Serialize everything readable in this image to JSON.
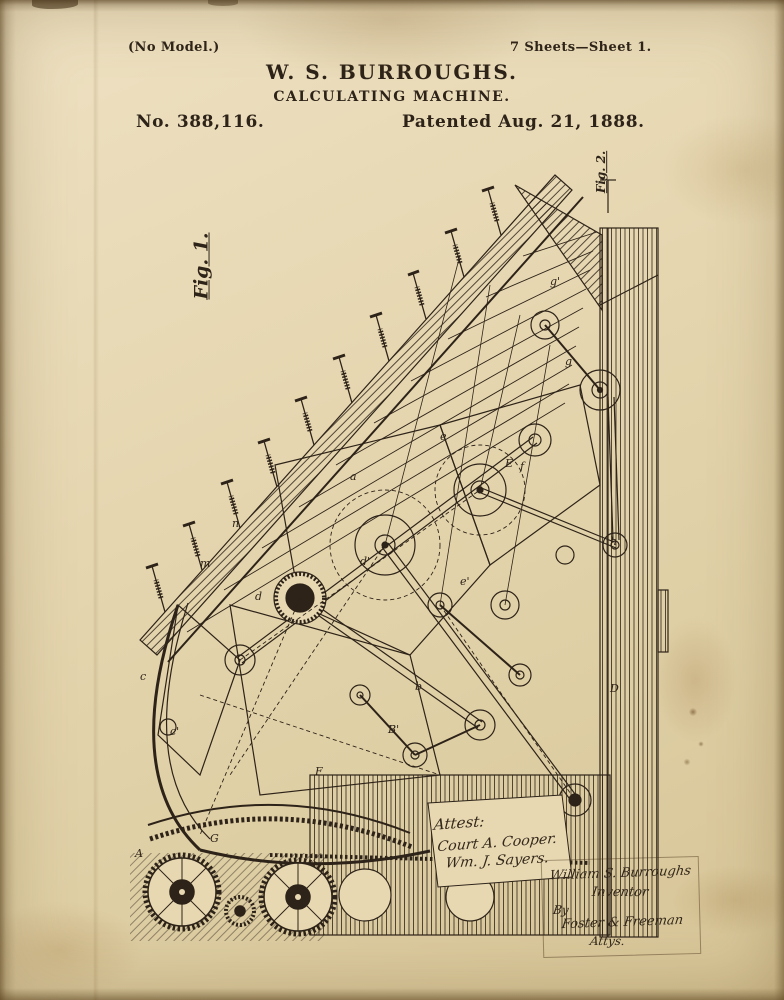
{
  "document": {
    "no_model": "(No Model.)",
    "sheet_info": "7 Sheets—Sheet 1.",
    "inventor_title": "W. S. BURROUGHS.",
    "invention_title": "CALCULATING MACHINE.",
    "patent_number": "No. 388,116.",
    "patent_date": "Patented Aug. 21, 1888.",
    "fig1_label": "Fig. 1.",
    "fig2_label": "Fig. 2."
  },
  "signatures": {
    "attest_heading": "Attest:",
    "witness1": "Court A. Cooper.",
    "witness2": "Wm. J. Sayers.",
    "inventor_name": "William S. Burroughs",
    "inventor_label": "Inventor",
    "by_label": "By",
    "attorney": "Foster & Freeman",
    "attorney_label": "Attys."
  },
  "drawing": {
    "labels": [
      "a",
      "b",
      "c",
      "d",
      "e",
      "f",
      "g",
      "h",
      "m",
      "n",
      "B'",
      "E",
      "D",
      "A",
      "G",
      "F",
      "c'",
      "d'",
      "e'",
      "g'"
    ]
  },
  "colors": {
    "paper": "#e7d8b2",
    "ink": "#2d2318"
  }
}
